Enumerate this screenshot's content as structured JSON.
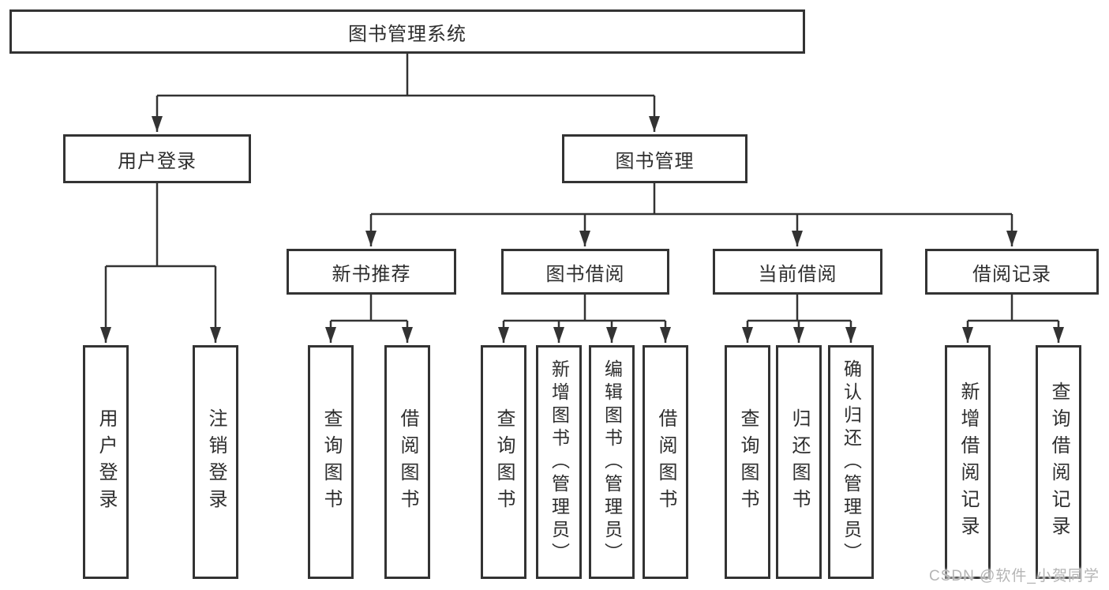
{
  "colors": {
    "line": "#333333",
    "box_border": "#333333",
    "box_background": "#ffffff",
    "text": "#2e2e2e",
    "watermark_text": "#b5b5b5"
  },
  "tree": {
    "root": {
      "label": "图书管理系统"
    },
    "branches": [
      {
        "label": "用户登录",
        "children": [
          {
            "label": "用户登录"
          },
          {
            "label": "注销登录"
          }
        ]
      },
      {
        "label": "图书管理",
        "children": [
          {
            "label": "新书推荐",
            "children": [
              {
                "label": "查询图书"
              },
              {
                "label": "借阅图书"
              }
            ]
          },
          {
            "label": "图书借阅",
            "children": [
              {
                "label": "查询图书"
              },
              {
                "label": "新增图书（管理员）"
              },
              {
                "label": "编辑图书（管理员）"
              },
              {
                "label": "借阅图书"
              }
            ]
          },
          {
            "label": "当前借阅",
            "children": [
              {
                "label": "查询图书"
              },
              {
                "label": "归还图书"
              },
              {
                "label": "确认归还（管理员）"
              }
            ]
          },
          {
            "label": "借阅记录",
            "children": [
              {
                "label": "新增借阅记录"
              },
              {
                "label": "查询借阅记录"
              }
            ]
          }
        ]
      }
    ]
  },
  "watermark": {
    "text": "CSDN @软件_小贺同学"
  }
}
